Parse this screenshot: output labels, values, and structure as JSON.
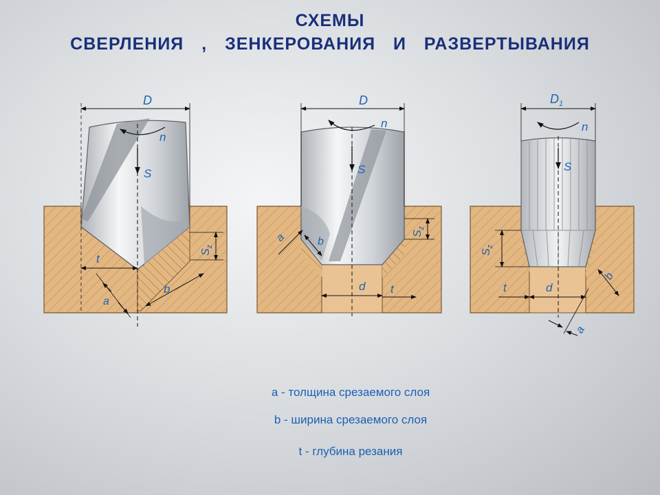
{
  "title": {
    "line1": "СХЕМЫ",
    "line2": "СВЕРЛЕНИЯ , ЗЕНКЕРОВАНИЯ И РАЗВЕРТЫВАНИЯ"
  },
  "labels": {
    "drill": {
      "D": "D",
      "n": "n",
      "S": "S",
      "Sz": "Sz",
      "t": "t",
      "a": "a",
      "b": "b"
    },
    "countersink": {
      "D": "D",
      "n": "n",
      "S": "S",
      "Sz": "Sz",
      "a": "a",
      "b": "b",
      "d": "d",
      "t": "t"
    },
    "reamer": {
      "D1": "D1",
      "n": "n",
      "S": "S",
      "Sz": "Sz",
      "t": "t",
      "d": "d",
      "b": "b",
      "a": "a"
    }
  },
  "legend": {
    "a": "a - толщина срезаемого слоя",
    "b": "b - ширина срезаемого слоя",
    "t": "t - глубина резания"
  },
  "colors": {
    "title": "#1a2f7a",
    "label": "#1f63b0",
    "workpiece": "#e3b782",
    "tool": "#d6d9de"
  }
}
